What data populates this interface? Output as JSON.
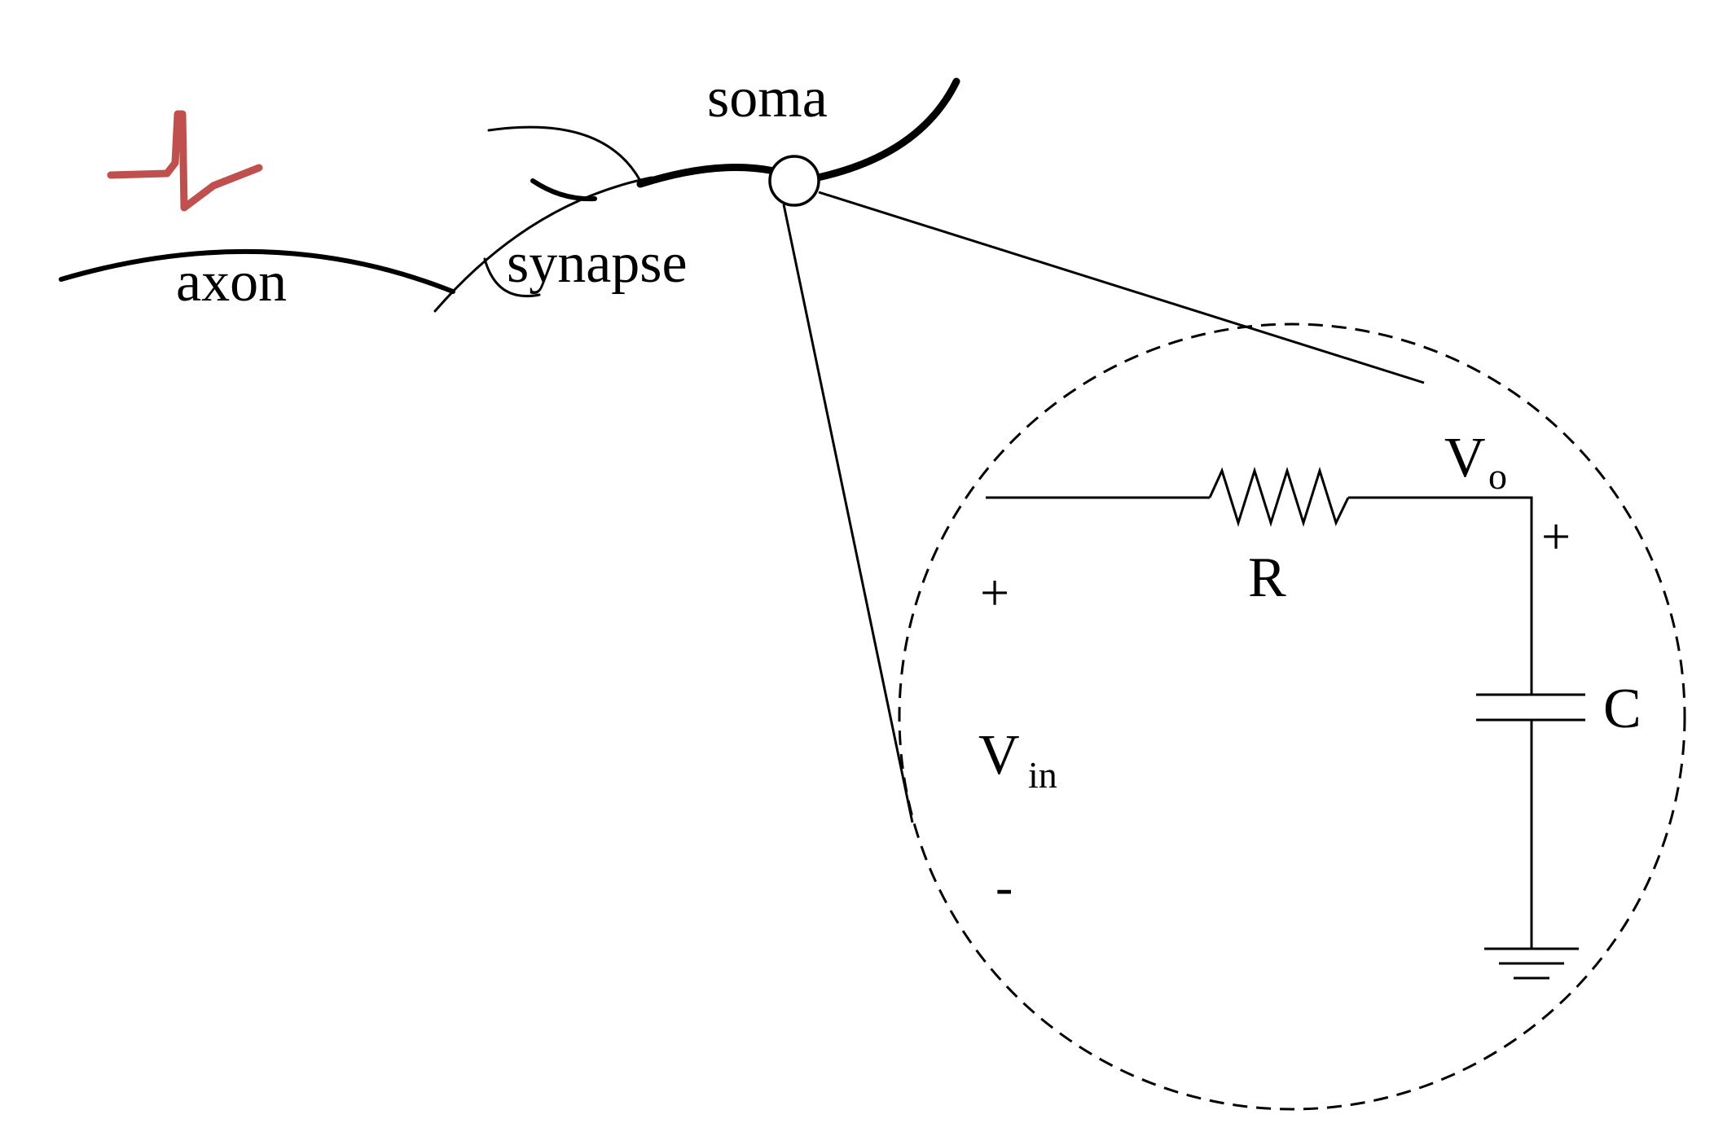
{
  "labels": {
    "soma": "soma",
    "synapse": "synapse",
    "axon": "axon",
    "resistor": "R",
    "capacitor": "C",
    "v_out_main": "V",
    "v_out_sub": "o",
    "v_in_main": "V",
    "v_in_sub": "in",
    "plus_input": "+",
    "minus_input": "-",
    "plus_output": "+"
  },
  "colors": {
    "spike": "#c0504d",
    "stroke": "#000000",
    "background": "#ffffff"
  }
}
